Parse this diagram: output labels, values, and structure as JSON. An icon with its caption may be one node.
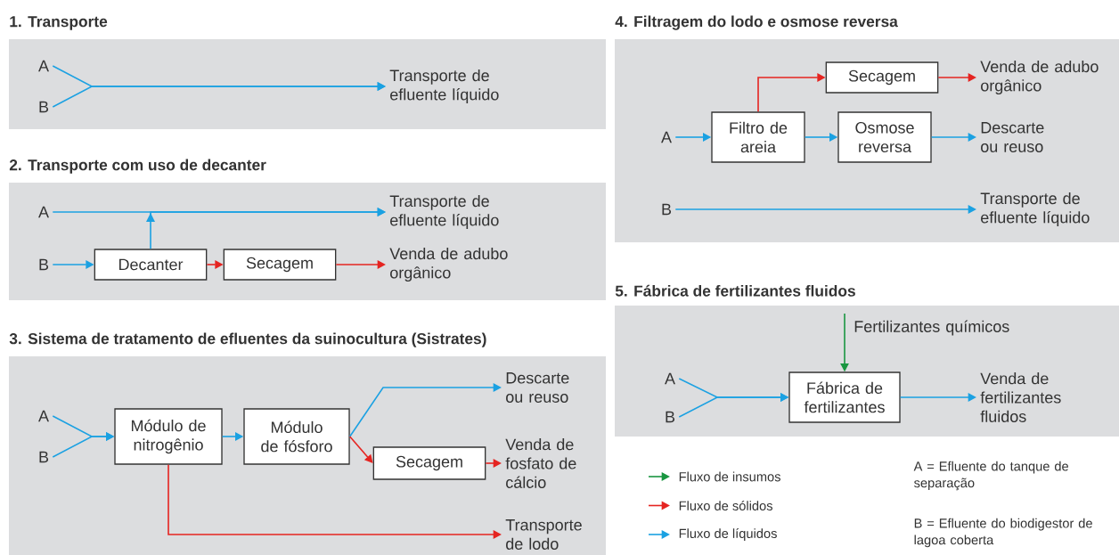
{
  "diagram": {
    "nodes": [
      {
        "text": [
          "1. Transporte"
        ]
      },
      {
        "text": [
          "A"
        ],
        "in": 0
      },
      {
        "text": [
          "B"
        ],
        "in": 0
      },
      {
        "text": [
          "Transporte de efluente líquido"
        ],
        "in": 0
      },
      {
        "text": [
          "2. Transporte com uso de decanter"
        ]
      },
      {
        "text": [
          "A"
        ],
        "in": 4
      },
      {
        "text": [
          "B"
        ],
        "in": 4
      },
      {
        "text": [
          "Transporte de efluente líquido"
        ],
        "in": 4
      },
      {
        "text": [
          "Decanter"
        ],
        "in": 4
      },
      {
        "text": [
          "Secagem"
        ],
        "in": 4
      },
      {
        "text": [
          "Venda de adubo orgânico"
        ],
        "in": 4
      },
      {
        "text": [
          "3. Sistema de tratamento de efluentes da suinocultura (Sistrates)"
        ]
      },
      {
        "text": [
          "A"
        ],
        "in": 11
      },
      {
        "text": [
          "B"
        ],
        "in": 11
      },
      {
        "text": [
          "Módulo de nitrogênio"
        ],
        "in": 11
      },
      {
        "text": [
          "Módulo de fósforo"
        ],
        "in": 11
      },
      {
        "text": [
          "Descarte ou reuso"
        ],
        "in": 11
      },
      {
        "text": [
          "Secagem"
        ],
        "in": 11
      },
      {
        "text": [
          "Venda de fosfato de cálcio"
        ],
        "in": 11
      },
      {
        "text": [
          "Transporte de lodo"
        ],
        "in": 11
      },
      {
        "text": [
          "4. Filtragem do lodo e osmose reversa"
        ]
      },
      {
        "text": [
          "A"
        ],
        "in": 20
      },
      {
        "text": [
          "Filtro de areia"
        ],
        "in": 20
      },
      {
        "text": [
          "Secagem"
        ],
        "in": 20
      },
      {
        "text": [
          "Venda de adubo orgânico"
        ],
        "in": 20
      },
      {
        "text": [
          "Osmose reversa"
        ],
        "in": 20
      },
      {
        "text": [
          "Descarte ou reuso"
        ],
        "in": 20
      },
      {
        "text": [
          "B"
        ],
        "in": 20
      },
      {
        "text": [
          "Transporte de efluente líquido"
        ],
        "in": 20
      },
      {
        "text": [
          "5. Fábrica de fertilizantes fluidos"
        ]
      },
      {
        "text": [
          "Fertilizantes químicos"
        ],
        "in": 29
      },
      {
        "text": [
          "A"
        ],
        "in": 29
      },
      {
        "text": [
          "B"
        ],
        "in": 29
      },
      {
        "text": [
          "Fábrica de fertilizantes"
        ],
        "in": 29
      },
      {
        "text": [
          "Venda de fertilizantes fluidos"
        ],
        "in": 29
      }
    ],
    "edges": [
      {
        "from": 1,
        "to": 3,
        "arrow": "to"
      },
      {
        "from": 2,
        "to": 3,
        "arrow": "to"
      },
      {
        "from": 5,
        "to": 7,
        "arrow": "to"
      },
      {
        "from": 6,
        "to": 8,
        "arrow": "to"
      },
      {
        "from": 8,
        "to": 7,
        "arrow": "to"
      },
      {
        "from": 8,
        "to": 9,
        "arrow": "to",
        "color": "#e52421"
      },
      {
        "from": 9,
        "to": 10,
        "arrow": "to",
        "color": "#e52421"
      },
      {
        "from": 12,
        "to": 14,
        "arrow": "to"
      },
      {
        "from": 13,
        "to": 14,
        "arrow": "to"
      },
      {
        "from": 14,
        "to": 15,
        "arrow": "to"
      },
      {
        "from": 15,
        "to": 16,
        "arrow": "to"
      },
      {
        "from": 15,
        "to": 17,
        "arrow": "to",
        "color": "#e52421"
      },
      {
        "from": 17,
        "to": 18,
        "arrow": "to",
        "color": "#e52421"
      },
      {
        "from": 14,
        "to": 19,
        "arrow": "to",
        "color": "#e52421"
      },
      {
        "from": 21,
        "to": 22,
        "arrow": "to"
      },
      {
        "from": 22,
        "to": 23,
        "arrow": "to",
        "color": "#e52421"
      },
      {
        "from": 23,
        "to": 24,
        "arrow": "to",
        "color": "#e52421"
      },
      {
        "from": 22,
        "to": 25,
        "arrow": "to"
      },
      {
        "from": 25,
        "to": 26,
        "arrow": "to"
      },
      {
        "from": 27,
        "to": 28,
        "arrow": "to"
      },
      {
        "from": 30,
        "to": 33,
        "arrow": "to",
        "color": "#1a9641"
      },
      {
        "from": 31,
        "to": 33,
        "arrow": "to"
      },
      {
        "from": 32,
        "to": 33,
        "arrow": "to"
      },
      {
        "from": 33,
        "to": 34,
        "arrow": "to"
      }
    ],
    "labels": [
      "A = Efluente do tanque de separação",
      "B = Efluente do biodigestor de lagoa coberta"
    ],
    "legend": [
      {
        "text": "Fluxo de insumos",
        "color": "#1a9641"
      },
      {
        "text": "Fluxo de sólidos",
        "color": "#e52421"
      },
      {
        "text": "Fluxo de líquidos",
        "color": "#1ba1e2"
      }
    ]
  }
}
